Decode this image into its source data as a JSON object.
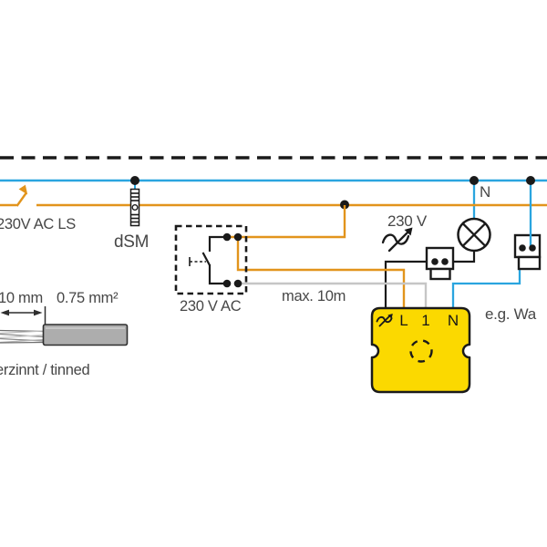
{
  "colors": {
    "phase_wire": "#E2941C",
    "neutral_wire": "#2AA5DF",
    "switched_wire": "#C6C6C6",
    "load_wire": "#1A1A1A",
    "device_fill": "#FBD900"
  },
  "labels": {
    "breaker": "230V AC LS",
    "dsm": "dSM",
    "pushbutton": "230 V AC",
    "max_length": "max. 10m",
    "mains_voltage": "230 V",
    "neutral": "N",
    "output_note": "e.g. Wa"
  },
  "device": {
    "terminals": [
      "L",
      "1",
      "N"
    ]
  },
  "cable": {
    "strip_length": "10 mm",
    "cross_section": "0.75 mm²",
    "finish": "erzinnt / tinned"
  }
}
